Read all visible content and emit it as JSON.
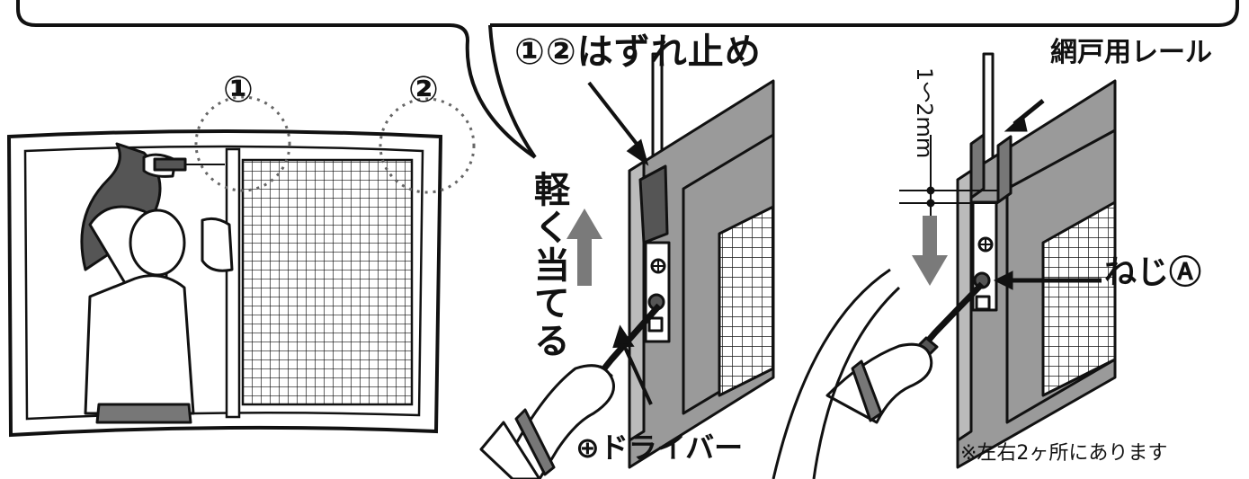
{
  "labels": {
    "stopper": "①②はずれ止め",
    "rail": "網戸用レール",
    "push_up": "軽く当てる",
    "gap": "1～2mm",
    "screw": "ねじⒶ",
    "driver": "⊕ドライバー",
    "note": "※左右2ヶ所にあります"
  },
  "markers": {
    "first": "①",
    "second": "②"
  },
  "colors": {
    "line": "#111111",
    "panel_gray": "#9a9a9a",
    "arrow_gray": "#7a7a7a",
    "light_gray": "#cfcfcf"
  }
}
